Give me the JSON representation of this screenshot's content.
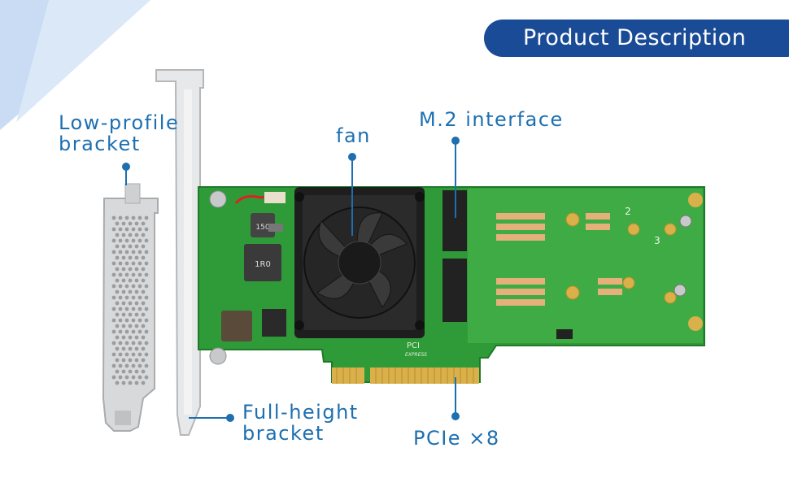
{
  "header": {
    "title": "Product Description"
  },
  "labels": {
    "low_profile": "Low-profile\nbracket",
    "fan": "fan",
    "m2": "M.2 interface",
    "full_height": "Full-height\nbracket",
    "pcie": "PCIe ×8"
  },
  "board_marks": {
    "inductor1": "150",
    "inductor2": "1R0",
    "pci_logo": "PCI",
    "pci_express": "EXPRESS",
    "slot2": "2",
    "slot3": "3"
  },
  "colors": {
    "accent": "#1a4b96",
    "label_blue": "#1d6fb0",
    "pcb_green": "#2f9a38",
    "gold": "#d9b04a"
  }
}
